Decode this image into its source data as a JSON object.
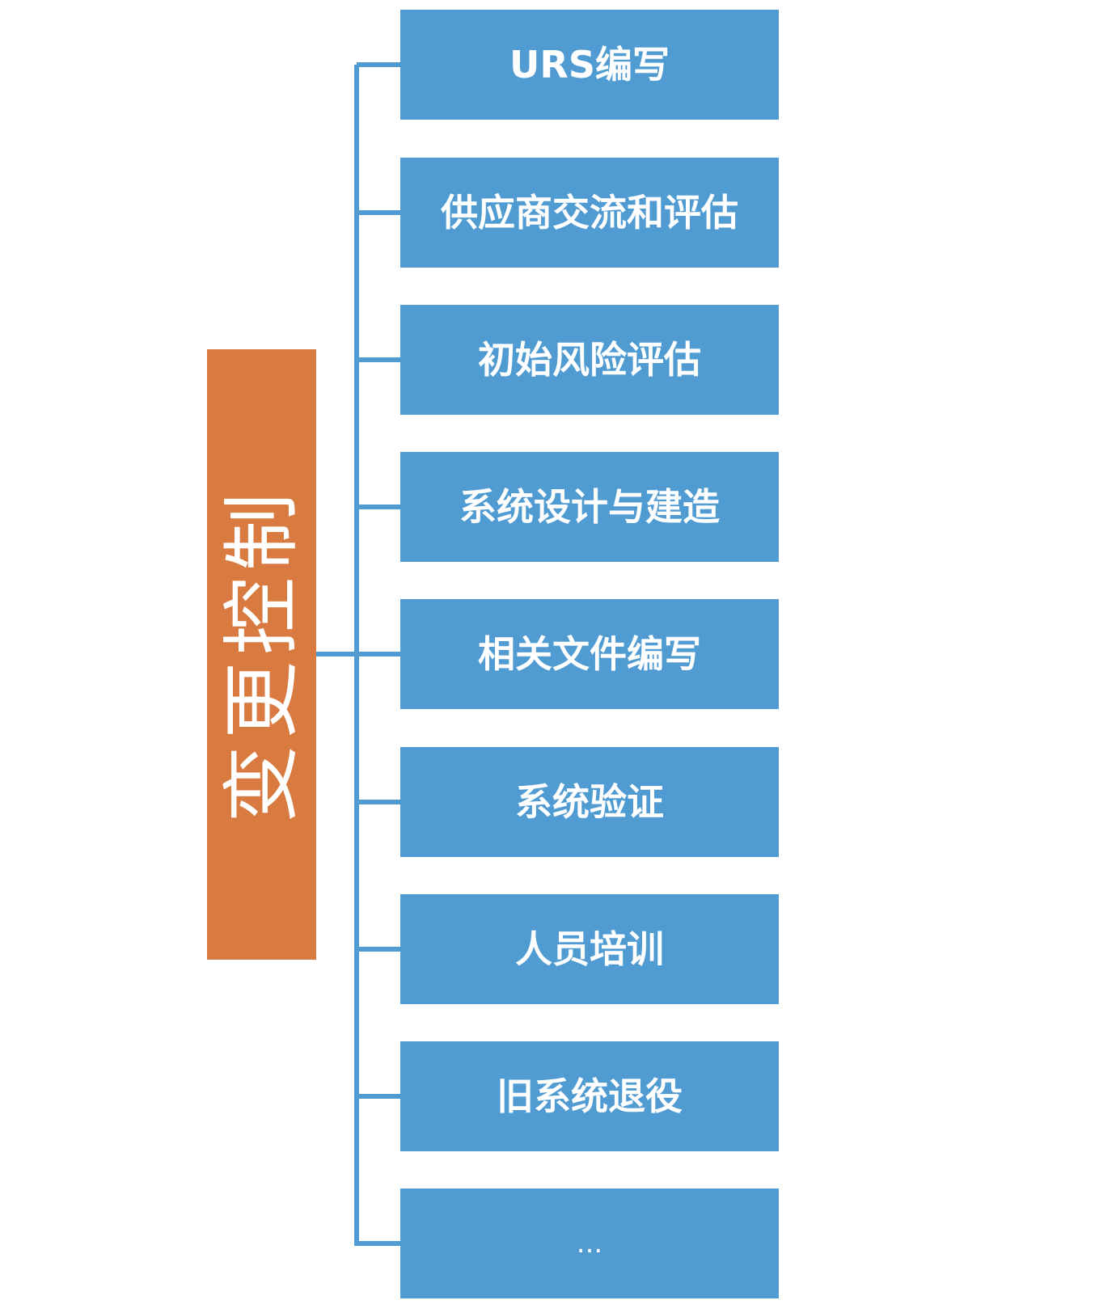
{
  "root": {
    "label": "变更控制"
  },
  "children": [
    {
      "label": "URS编写"
    },
    {
      "label": "供应商交流和评估"
    },
    {
      "label": "初始风险评估"
    },
    {
      "label": "系统设计与建造"
    },
    {
      "label": "相关文件编写"
    },
    {
      "label": "系统验证"
    },
    {
      "label": "人员培训"
    },
    {
      "label": "旧系统退役"
    },
    {
      "label": "..."
    }
  ],
  "colors": {
    "root_fill": "#d97a40",
    "node_fill": "#4f9bd2",
    "connector": "#4f9bd2",
    "text": "#ffffff"
  }
}
